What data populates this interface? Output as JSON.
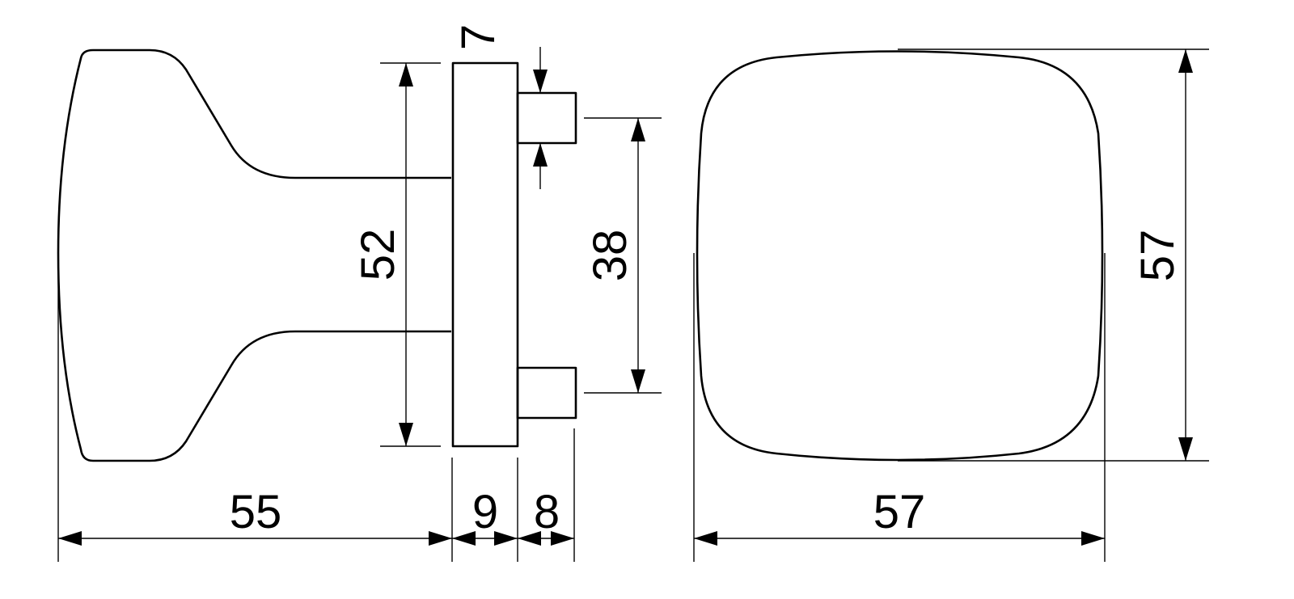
{
  "dimensions": {
    "side_length": "55",
    "plate_thickness": "9",
    "pin_length": "8",
    "plate_height": "52",
    "pin_spacing": "38",
    "pin_width": "7",
    "face_width": "57",
    "face_height": "57"
  }
}
